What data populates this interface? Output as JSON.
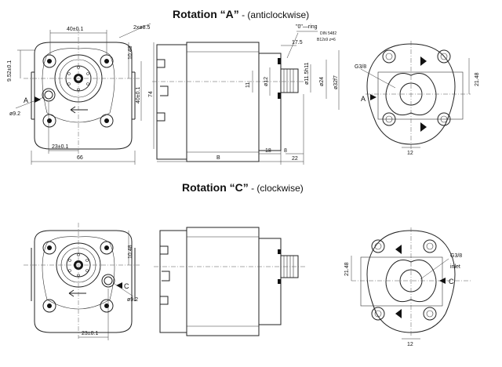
{
  "heading_a": {
    "title": "Rotation “A”",
    "sub": " - (anticlockwise)"
  },
  "heading_c": {
    "title": "Rotation “C”",
    "sub": " - (clockwise)"
  },
  "labels_a": {
    "d40": "40±0.1",
    "holes": "2xø8.5",
    "d952": "9.52±0.1",
    "d1048": "10.48",
    "d40v": "40±0.1",
    "d74": "74",
    "port_a": "A",
    "d92": "ø9.2",
    "d23": "23±0.1",
    "d66": "66",
    "oring": "\"0\"—ring",
    "din": "DIN 5482",
    "spline": "B12x9 z=6",
    "d175": "17.5",
    "d115": "ø11.5h11",
    "d11": "11",
    "d12": "ø12",
    "d24": "ø24",
    "d32": "ø32f7",
    "d18": "18",
    "d8": "8",
    "dB": "B",
    "d22": "22",
    "g38": "G3/8",
    "d2148": "21.48",
    "port_a_right": "A",
    "d12r": "12"
  },
  "labels_c": {
    "d1048": "10.48",
    "port_c": "C",
    "d92": "ø9.2",
    "d23": "23±0.1",
    "d2148": "21.48",
    "g38": "G3/8",
    "inlet": "inlet",
    "port_c_right": "C",
    "d12": "12"
  }
}
